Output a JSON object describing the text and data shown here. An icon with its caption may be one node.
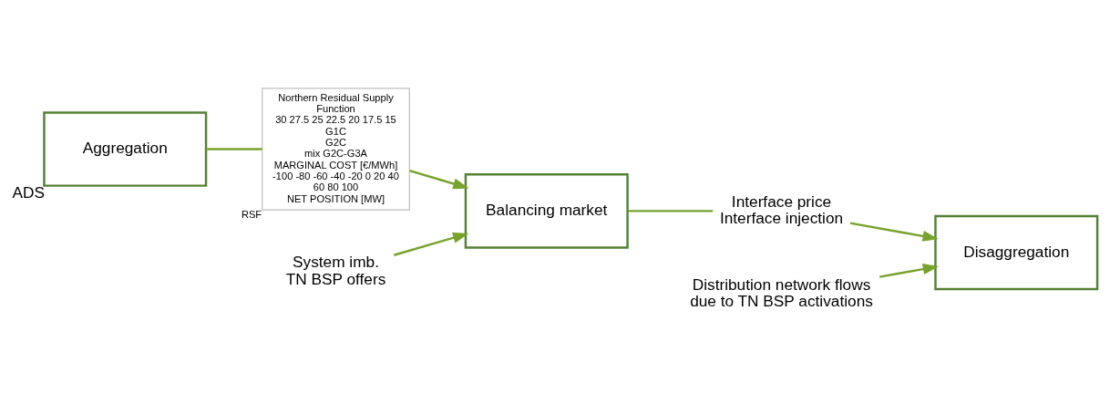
{
  "diagram": {
    "nodes": [
      {
        "text": [
          "Aggregation"
        ],
        "beside": [
          "ADS"
        ]
      },
      {
        "text": [
          "Northern Residual Supply Function",
          "30 27.5 25 22.5 20 17.5 15",
          "G1C",
          "G2C",
          "mix G2C-G3A",
          "MARGINAL COST [€/MWh]",
          "-100 -80 -60 -40 -20 0 20 40 60 80 100",
          "NET POSITION [MW]"
        ],
        "beside": [
          "RSF"
        ]
      },
      {
        "text": [
          "Balancing market"
        ]
      },
      {
        "text": [
          "System imb.",
          "TN BSP offers"
        ]
      },
      {
        "text": [
          "Interface price",
          "Interface injection"
        ]
      },
      {
        "text": [
          "Distribution network flows due to TN BSP activations"
        ]
      },
      {
        "text": [
          "Disaggregation"
        ]
      }
    ],
    "edges": [
      {
        "from": 0,
        "to": 1,
        "arrow": "none"
      },
      {
        "from": 1,
        "to": 2,
        "arrow": "to"
      },
      {
        "from": 3,
        "to": 2,
        "arrow": "to"
      },
      {
        "from": 2,
        "to": 4,
        "arrow": "none"
      },
      {
        "from": 4,
        "to": 6,
        "arrow": "to"
      },
      {
        "from": 5,
        "to": 6,
        "arrow": "to"
      }
    ]
  }
}
